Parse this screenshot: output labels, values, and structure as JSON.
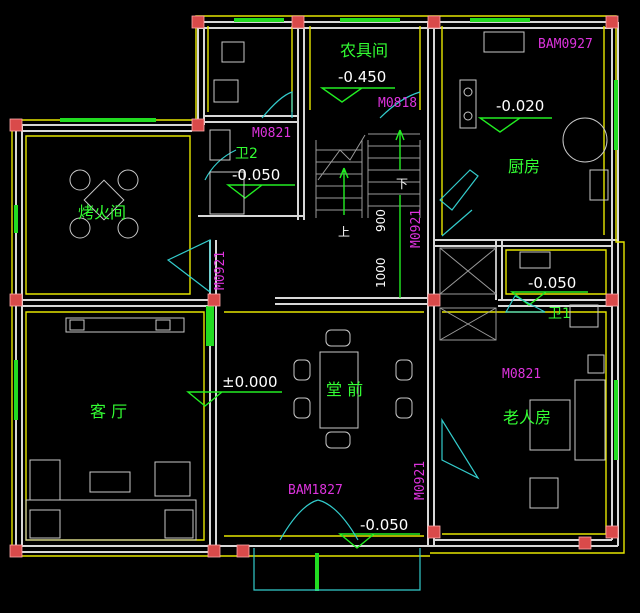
{
  "rooms": {
    "bbq": "烤火间",
    "storage": "农具间",
    "kitchen": "厨房",
    "bath2": "卫2",
    "bath1": "卫1",
    "living": "客 厅",
    "hall": "堂 前",
    "elder": "老人房"
  },
  "doors": {
    "kitchen_door": "BAM0927",
    "storage_door": "M0818",
    "bath2_door": "M0821",
    "bbq_door": "M0921",
    "stair_door": "M0921",
    "bath1_door": "M0821",
    "elder_door": "M0921",
    "main_door": "BAM1827"
  },
  "levels": {
    "storage": "-0.450",
    "kitchen": "-0.020",
    "bath2": "-0.050",
    "bath1": "-0.050",
    "hall": "±0.000",
    "entry": "-0.050"
  },
  "dims": {
    "d1": "900",
    "d2": "1000"
  },
  "stair_marks": {
    "up": "上",
    "down": "下"
  },
  "colors": {
    "background": "#000000",
    "room_label": "#33ff33",
    "door_label": "#dd33dd",
    "wall": "#d8d8d8",
    "column": "#d94a4a"
  }
}
